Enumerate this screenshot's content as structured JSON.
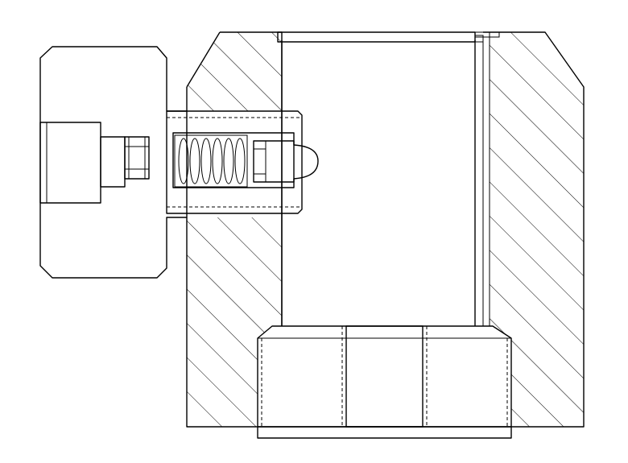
{
  "drawing": {
    "kind": "mechanical cross-section",
    "colors": {
      "line": "#000000",
      "background": "#ffffff"
    },
    "components": [
      {
        "name": "housing-body",
        "hatched": true
      },
      {
        "name": "side-knob",
        "hatched": true
      },
      {
        "name": "threaded-plunger-bore",
        "hatched": true
      },
      {
        "name": "compression-spring",
        "hatched": false
      },
      {
        "name": "ball-plunger-tip",
        "hatched": false
      },
      {
        "name": "set-screw-hex-socket",
        "hatched": false
      },
      {
        "name": "bottom-threaded-insert",
        "hatched": true
      },
      {
        "name": "base-plate",
        "hatched": false
      },
      {
        "name": "top-cap-plate",
        "hatched": false
      }
    ]
  }
}
